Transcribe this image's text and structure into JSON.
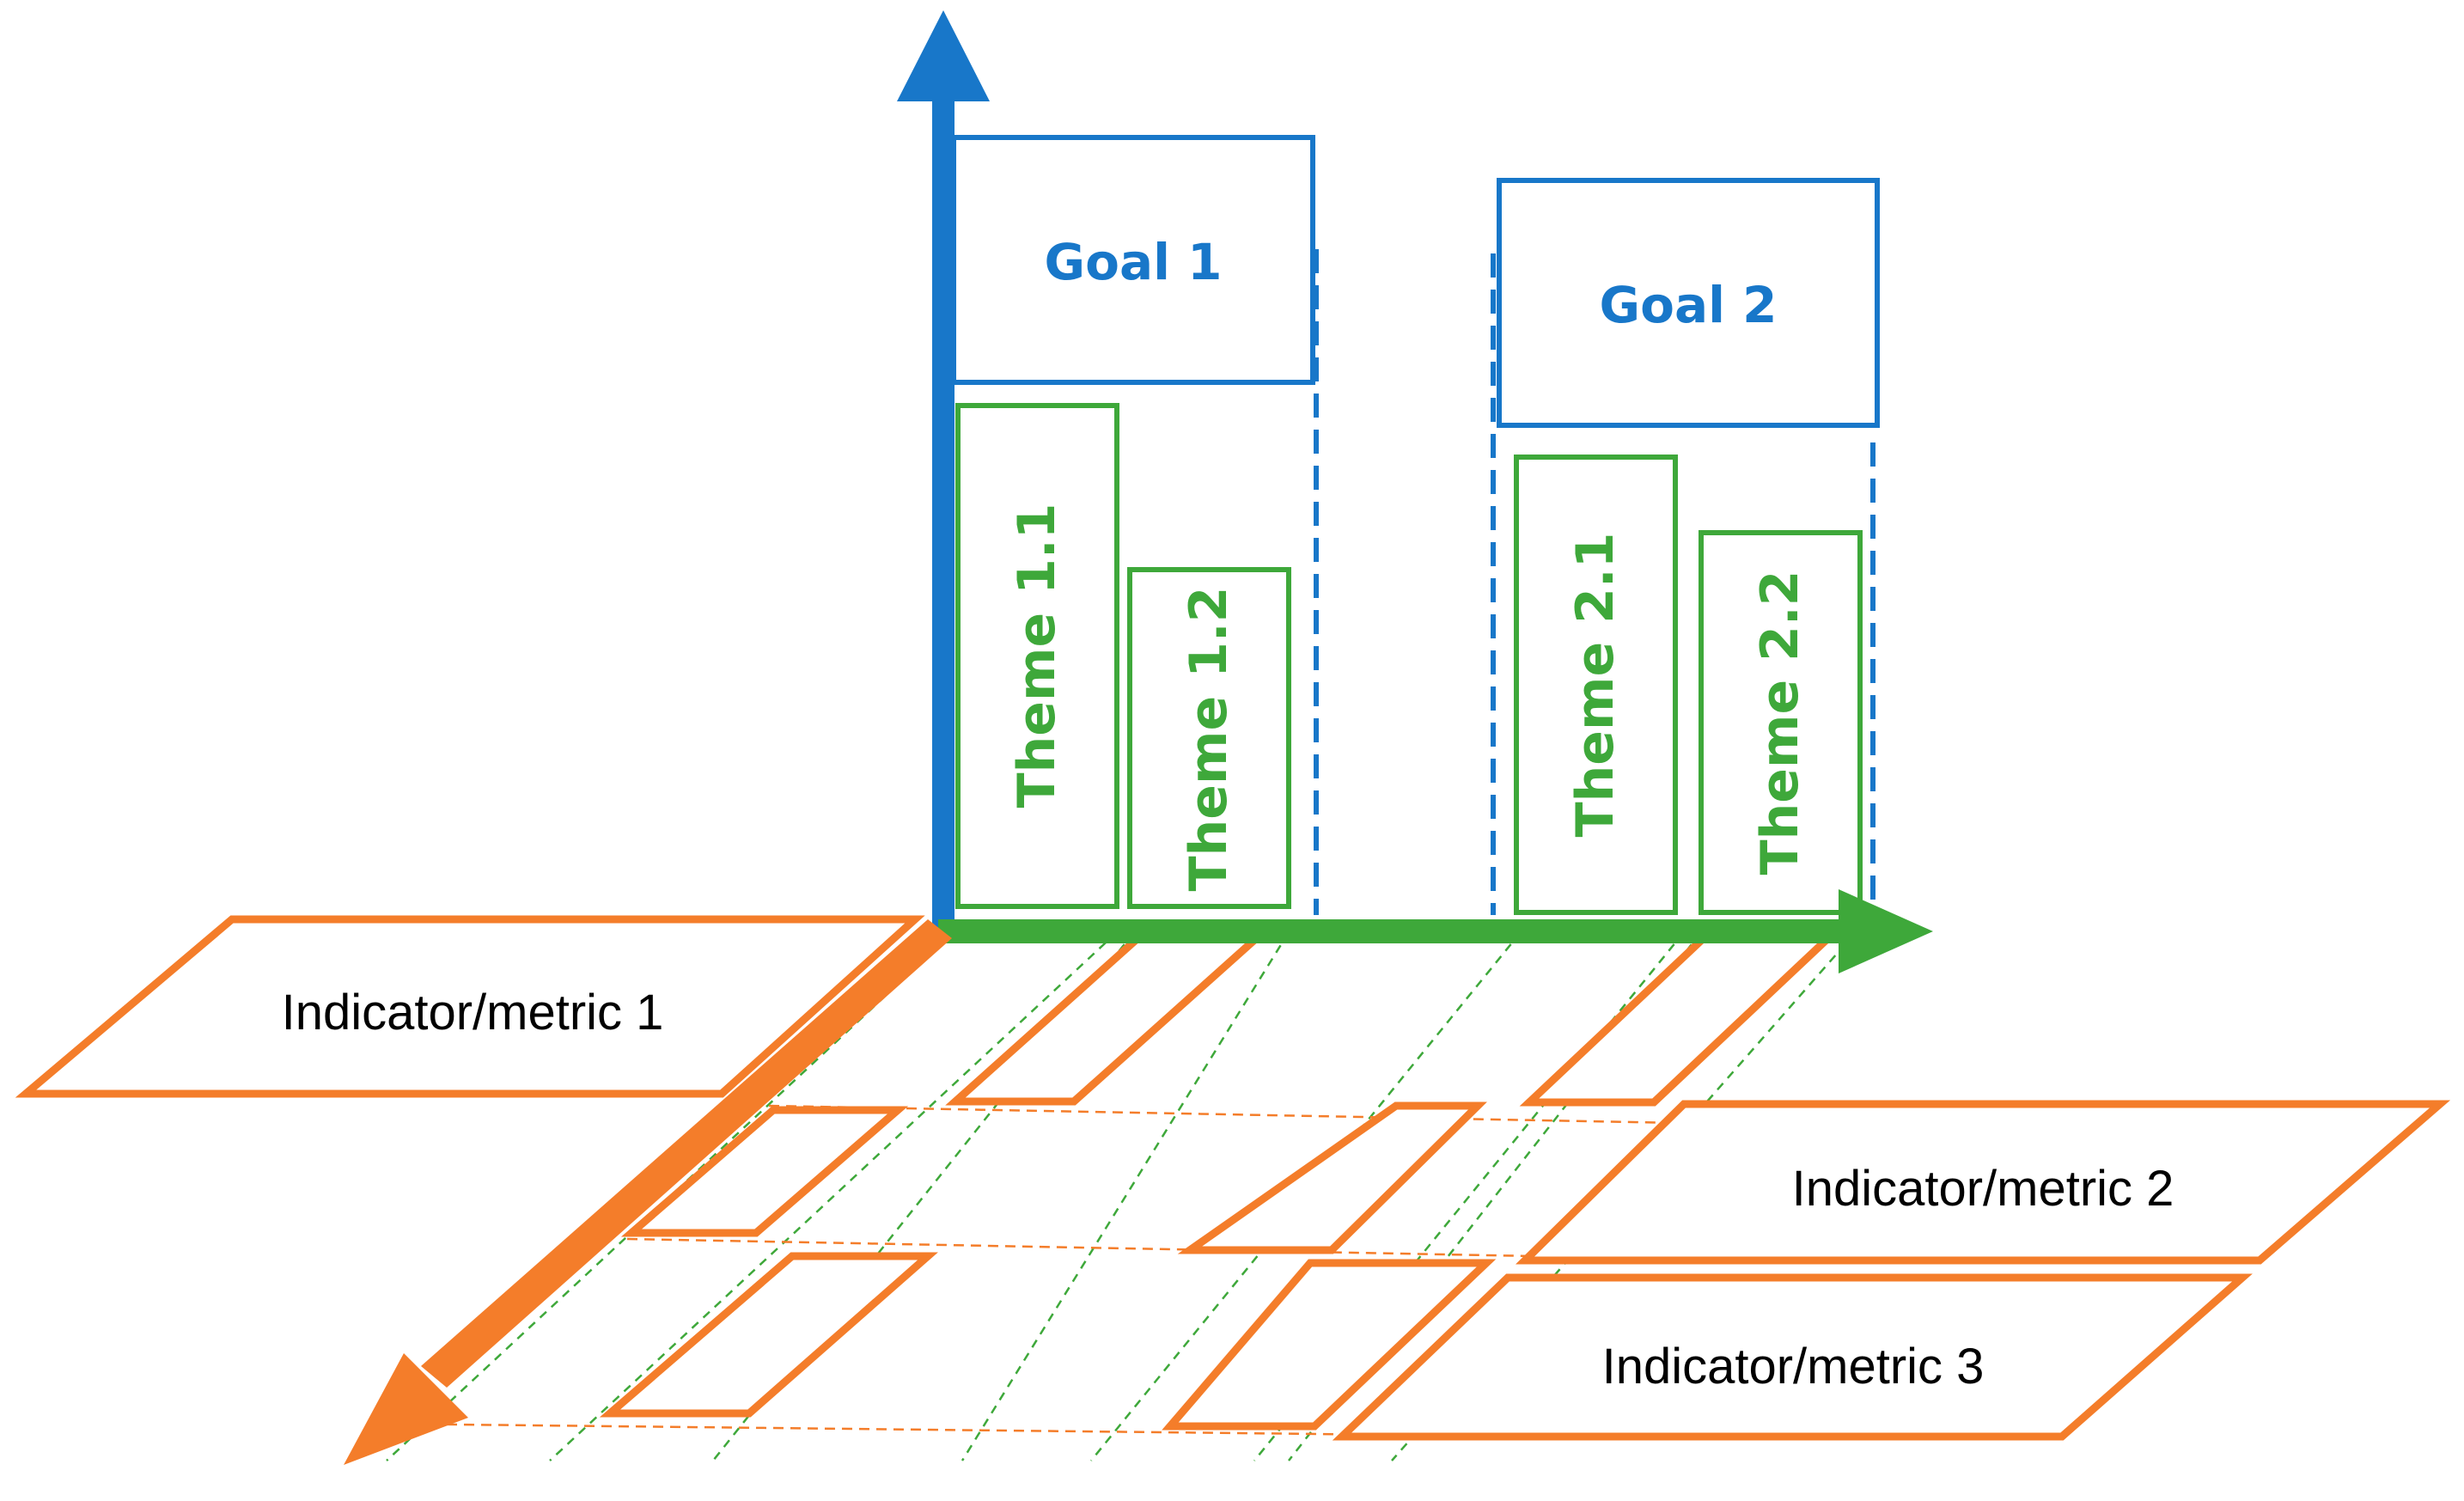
{
  "goals": [
    {
      "label": "Goal 1"
    },
    {
      "label": "Goal 2"
    }
  ],
  "themes": [
    {
      "label": "Theme 1.1"
    },
    {
      "label": "Theme 1.2"
    },
    {
      "label": "Theme 2.1"
    },
    {
      "label": "Theme 2.2"
    }
  ],
  "indicators": [
    {
      "label": "Indicator/metric 1"
    },
    {
      "label": "Indicator/metric 2"
    },
    {
      "label": "Indicator/metric 3"
    }
  ],
  "colors": {
    "goal_blue": "#1877c9",
    "theme_green": "#3ea83a",
    "indicator_orange": "#f47d2a"
  }
}
